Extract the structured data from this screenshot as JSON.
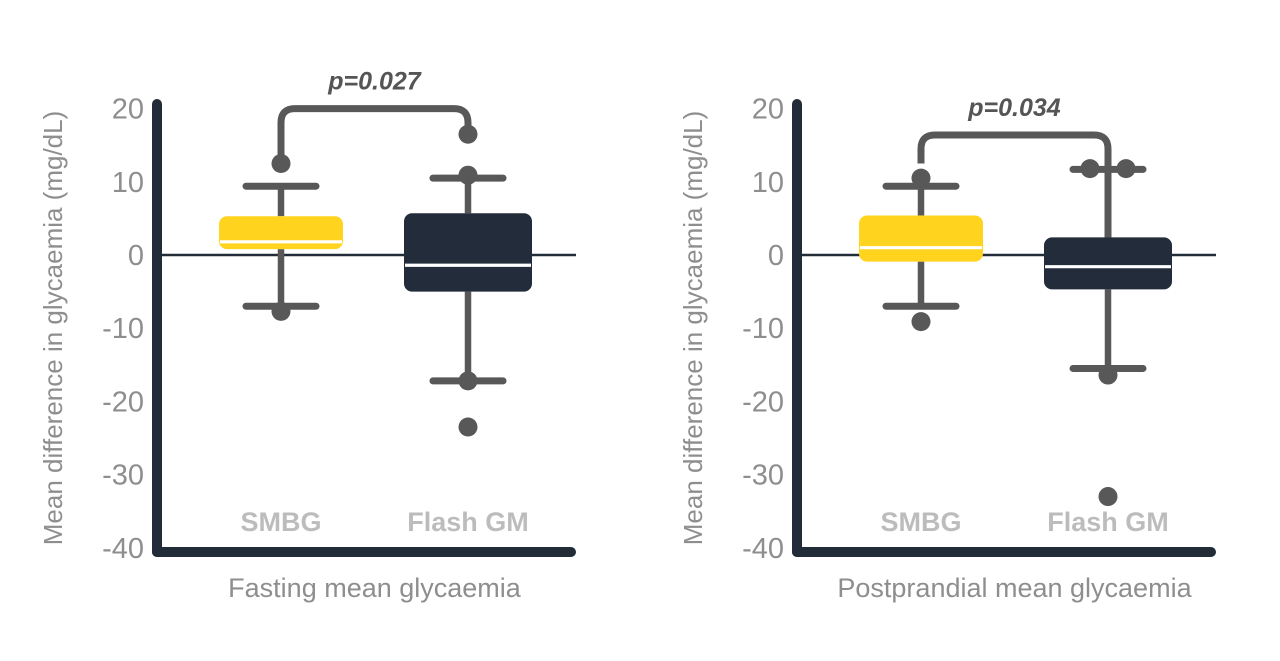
{
  "figure": {
    "background": "#FFFFFF",
    "colors": {
      "smbg_yellow": "#FFD31E",
      "flashgm_navy": "#232C3A",
      "axis_navy": "#222B38",
      "whisker_gray": "#585858",
      "dot_gray": "#585858",
      "p_text_gray": "#555555",
      "tick_label_gray": "#8E8E8E",
      "axis_title_gray": "#8E8E8E",
      "category_label_gray": "#BCBCBC",
      "median_white": "#FFFFFF"
    }
  },
  "chart_data": [
    {
      "type": "boxplot",
      "panel": "left",
      "xlabel": "Fasting mean glycaemia",
      "ylabel": "Mean difference in glycaemia (mg/dL)",
      "ylim": [
        -40,
        20
      ],
      "yticks": [
        20,
        10,
        0,
        -10,
        -20,
        -30,
        -40
      ],
      "zero_reference_line": 0,
      "categories": [
        "SMBG",
        "Flash GM"
      ],
      "significance": {
        "label": "p=0.027",
        "bar_y": 20,
        "left_end_y": 12.5,
        "right_end_y": 16.5,
        "left_dot": true,
        "right_dot": true
      },
      "series": [
        {
          "name": "SMBG",
          "color": "#FFD31E",
          "q1": 0.8,
          "median": 1.8,
          "q3": 5.3,
          "whisker_low": -7.0,
          "whisker_high": 9.4,
          "points": [
            {
              "y": -7.7,
              "dx": 0
            }
          ]
        },
        {
          "name": "Flash GM",
          "color": "#232C3A",
          "q1": -5.0,
          "median": -1.4,
          "q3": 5.7,
          "whisker_low": -17.2,
          "whisker_high": 10.5,
          "points": [
            {
              "y": 10.9,
              "dx": 0
            },
            {
              "y": -17.2,
              "dx": 0
            },
            {
              "y": -23.5,
              "dx": 0
            }
          ]
        }
      ]
    },
    {
      "type": "boxplot",
      "panel": "right",
      "xlabel": "Postprandial mean glycaemia",
      "ylabel": "Mean difference in glycaemia (mg/dL)",
      "ylim": [
        -40,
        20
      ],
      "yticks": [
        20,
        10,
        0,
        -10,
        -20,
        -30,
        -40
      ],
      "zero_reference_line": 0,
      "categories": [
        "SMBG",
        "Flash GM"
      ],
      "significance": {
        "label": "p=0.034",
        "bar_y": 16.4,
        "left_end_y": 12.5,
        "right_end_y": 2.4,
        "left_dot": false,
        "right_dot": false
      },
      "series": [
        {
          "name": "SMBG",
          "color": "#FFD31E",
          "q1": -0.9,
          "median": 1.0,
          "q3": 5.4,
          "whisker_low": -7.0,
          "whisker_high": 9.4,
          "points": [
            {
              "y": 10.5,
              "dx": 0
            },
            {
              "y": -9.1,
              "dx": 0
            }
          ]
        },
        {
          "name": "Flash GM",
          "color": "#232C3A",
          "q1": -4.7,
          "median": -1.6,
          "q3": 2.4,
          "whisker_low": -15.5,
          "whisker_high": 11.7,
          "points": [
            {
              "y": 11.8,
              "dx": -18
            },
            {
              "y": 11.8,
              "dx": 18
            },
            {
              "y": -16.4,
              "dx": 0
            },
            {
              "y": -33.0,
              "dx": 0
            }
          ]
        }
      ]
    }
  ]
}
